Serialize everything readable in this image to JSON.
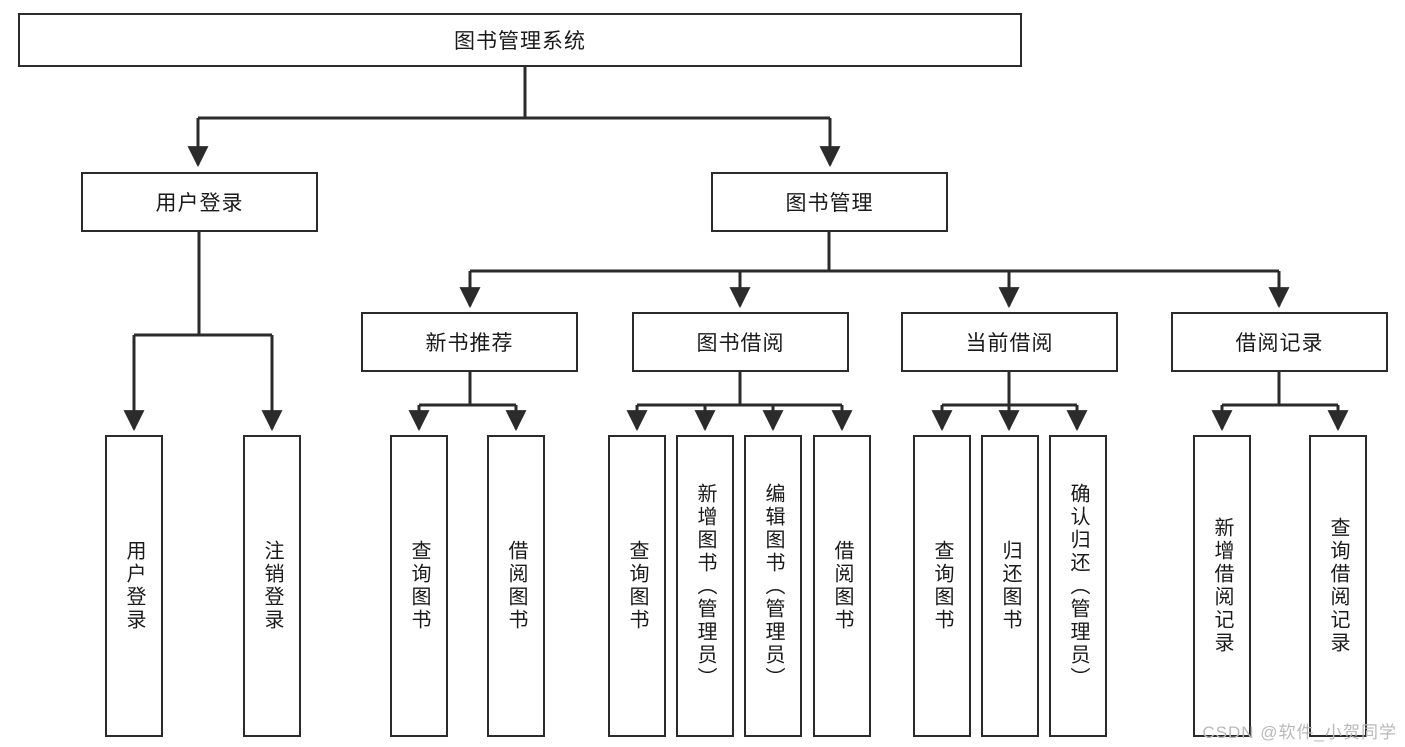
{
  "diagram": {
    "title": "图书管理系统",
    "watermark": "CSDN @软件_小贺同学",
    "colors": {
      "stroke": "#2b2b2b",
      "fill": "#ffffff",
      "text": "#1a1a1a",
      "watermark": "#b9b9b9"
    },
    "nodes": {
      "root": {
        "label": "图书管理系统",
        "level": 0,
        "orientation": "horizontal"
      },
      "user_login": {
        "label": "用户登录",
        "level": 1,
        "orientation": "horizontal"
      },
      "book_manage": {
        "label": "图书管理",
        "level": 1,
        "orientation": "horizontal"
      },
      "new_book_rec": {
        "label": "新书推荐",
        "level": 2,
        "orientation": "horizontal"
      },
      "book_borrow": {
        "label": "图书借阅",
        "level": 2,
        "orientation": "horizontal"
      },
      "current_borrow": {
        "label": "当前借阅",
        "level": 2,
        "orientation": "horizontal"
      },
      "borrow_record": {
        "label": "借阅记录",
        "level": 2,
        "orientation": "horizontal"
      },
      "leaf_user_login": {
        "label": "用户登录",
        "level": 3,
        "orientation": "vertical"
      },
      "leaf_logout": {
        "label": "注销登录",
        "level": 3,
        "orientation": "vertical"
      },
      "leaf_query_book_1": {
        "label": "查询图书",
        "level": 3,
        "orientation": "vertical"
      },
      "leaf_borrow_book_1": {
        "label": "借阅图书",
        "level": 3,
        "orientation": "vertical"
      },
      "leaf_query_book_2": {
        "label": "查询图书",
        "level": 3,
        "orientation": "vertical"
      },
      "leaf_add_book": {
        "label": "新增图书（管理员）",
        "level": 3,
        "orientation": "vertical"
      },
      "leaf_edit_book": {
        "label": "编辑图书（管理员）",
        "level": 3,
        "orientation": "vertical"
      },
      "leaf_borrow_book_2": {
        "label": "借阅图书",
        "level": 3,
        "orientation": "vertical"
      },
      "leaf_query_book_3": {
        "label": "查询图书",
        "level": 3,
        "orientation": "vertical"
      },
      "leaf_return_book": {
        "label": "归还图书",
        "level": 3,
        "orientation": "vertical"
      },
      "leaf_confirm_return": {
        "label": "确认归还（管理员）",
        "level": 3,
        "orientation": "vertical"
      },
      "leaf_add_record": {
        "label": "新增借阅记录",
        "level": 3,
        "orientation": "vertical"
      },
      "leaf_query_record": {
        "label": "查询借阅记录",
        "level": 3,
        "orientation": "vertical"
      }
    },
    "edges": [
      {
        "from": "root",
        "to": "user_login"
      },
      {
        "from": "root",
        "to": "book_manage"
      },
      {
        "from": "user_login",
        "to": "leaf_user_login"
      },
      {
        "from": "user_login",
        "to": "leaf_logout"
      },
      {
        "from": "book_manage",
        "to": "new_book_rec"
      },
      {
        "from": "book_manage",
        "to": "book_borrow"
      },
      {
        "from": "book_manage",
        "to": "current_borrow"
      },
      {
        "from": "book_manage",
        "to": "borrow_record"
      },
      {
        "from": "new_book_rec",
        "to": "leaf_query_book_1"
      },
      {
        "from": "new_book_rec",
        "to": "leaf_borrow_book_1"
      },
      {
        "from": "book_borrow",
        "to": "leaf_query_book_2"
      },
      {
        "from": "book_borrow",
        "to": "leaf_add_book"
      },
      {
        "from": "book_borrow",
        "to": "leaf_edit_book"
      },
      {
        "from": "book_borrow",
        "to": "leaf_borrow_book_2"
      },
      {
        "from": "current_borrow",
        "to": "leaf_query_book_3"
      },
      {
        "from": "current_borrow",
        "to": "leaf_return_book"
      },
      {
        "from": "current_borrow",
        "to": "leaf_confirm_return"
      },
      {
        "from": "borrow_record",
        "to": "leaf_add_record"
      },
      {
        "from": "borrow_record",
        "to": "leaf_query_record"
      }
    ]
  }
}
